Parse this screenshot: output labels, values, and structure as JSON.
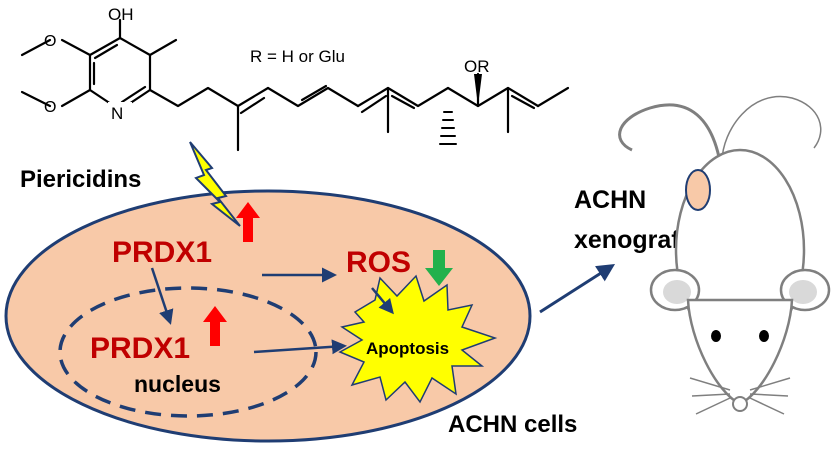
{
  "colors": {
    "cell_fill": "#f8c9a8",
    "cell_stroke": "#1f3d73",
    "nucleus_stroke": "#1f3d73",
    "arrow_navy": "#1f3d73",
    "label_red": "#c00000",
    "up_red": "#ff0000",
    "down_green": "#22b14c",
    "burst_yellow": "#ffff00",
    "lightning_yellow": "#ffff00",
    "mouse_fill": "#ffffff",
    "mouse_ear": "#f8c9a8",
    "mouse_stroke": "#7f7f7f",
    "text_dark": "#000000"
  },
  "structure": {
    "oh_label": "OH",
    "n_label": "N",
    "or_label": "OR",
    "r_definition": "R = H or Glu"
  },
  "labels": {
    "compound": "Piericidins",
    "prdx1_cytoplasm": "PRDX1",
    "prdx1_nucleus": "PRDX1",
    "ros": "ROS",
    "apoptosis": "Apoptosis",
    "nucleus": "nucleus",
    "cells": "ACHN cells",
    "xenograft_line1": "ACHN",
    "xenograft_line2": "xenografts"
  },
  "icons": {
    "lightning": "lightning-bolt-icon",
    "up_arrow": "red-up-arrow-icon",
    "down_arrow": "green-down-arrow-icon",
    "mouse": "mouse-illustration"
  }
}
